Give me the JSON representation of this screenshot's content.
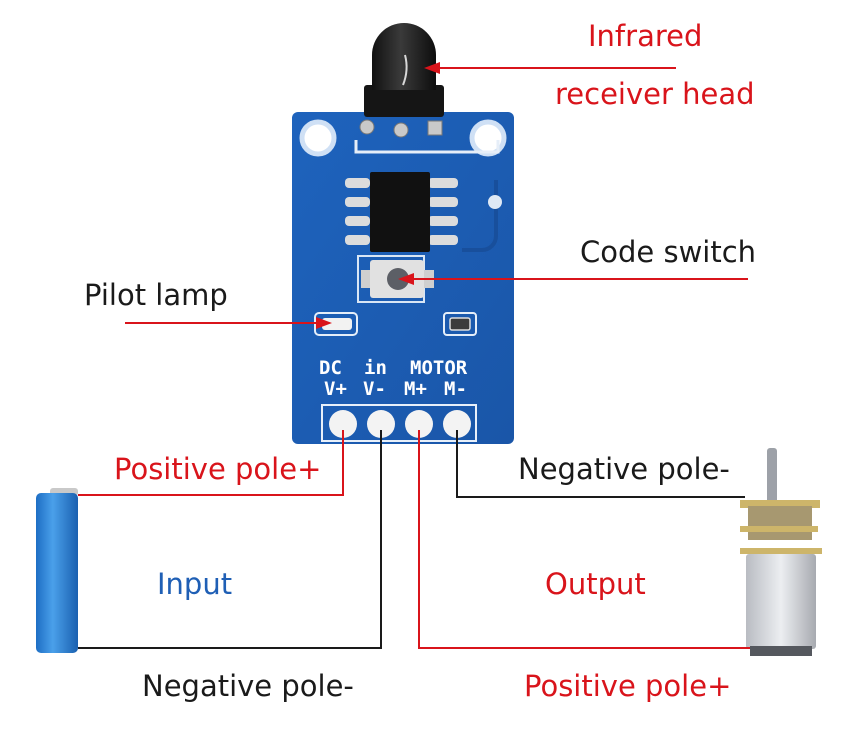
{
  "labels": {
    "infrared_line1": "Infrared",
    "infrared_line2": "receiver head",
    "code_switch": "Code switch",
    "pilot_lamp": "Pilot lamp",
    "positive_pole_input": "Positive pole+",
    "negative_pole_output": "Negative pole-",
    "input": "Input",
    "output": "Output",
    "negative_pole_input": "Negative pole-",
    "positive_pole_output": "Positive pole+"
  },
  "board_silkscreen": {
    "top_left": "DC",
    "top_mid": "in",
    "top_right": "MOTOR",
    "pins": [
      "V+",
      "V-",
      "M+",
      "M-"
    ]
  },
  "colors": {
    "callout_red": "#d9141b",
    "callout_black": "#1a1a1a",
    "input_blue": "#1f5fb5",
    "pcb_blue": "#1d5fb8",
    "battery_blue": "#2f86d6"
  }
}
